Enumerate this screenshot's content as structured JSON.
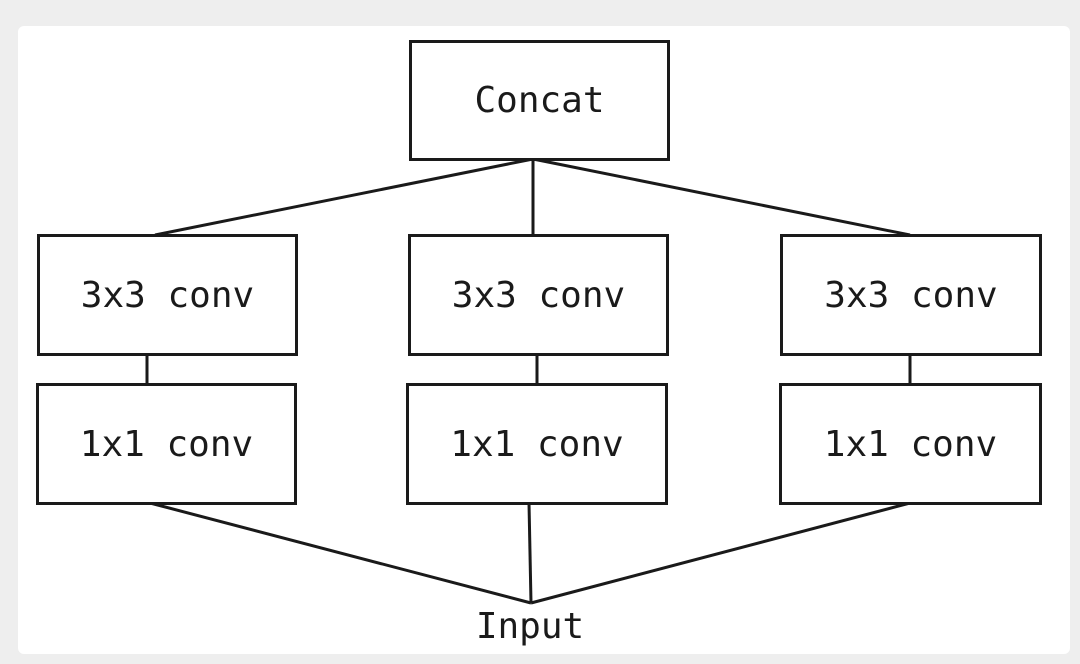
{
  "diagram": {
    "concat_label": "Concat",
    "input_label": "Input",
    "branches": [
      {
        "top_label": "3x3 conv",
        "bottom_label": "1x1 conv"
      },
      {
        "top_label": "3x3 conv",
        "bottom_label": "1x1 conv"
      },
      {
        "top_label": "3x3 conv",
        "bottom_label": "1x1 conv"
      }
    ]
  }
}
